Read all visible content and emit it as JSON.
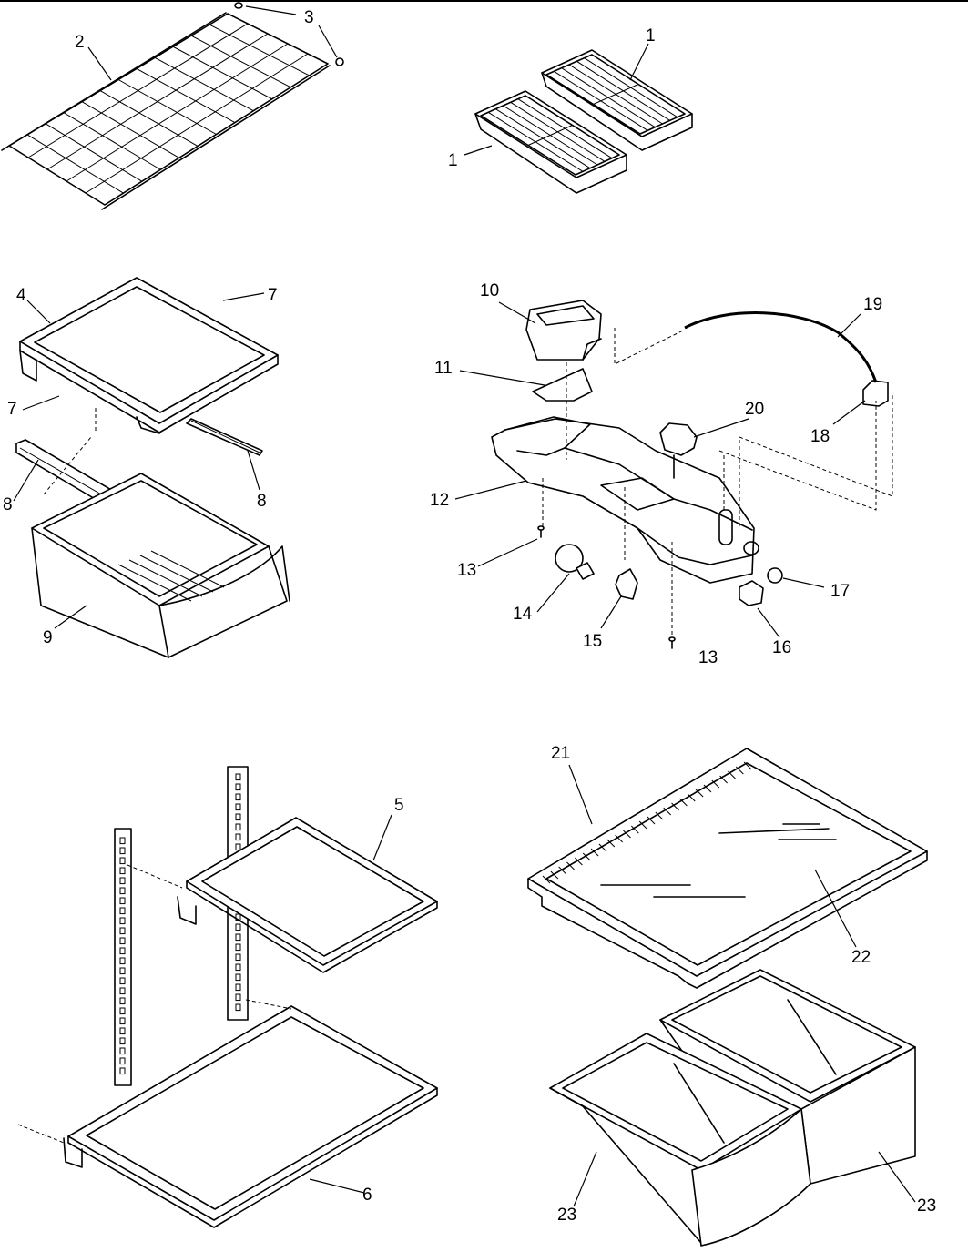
{
  "diagram": {
    "callouts": {
      "c1a": "1",
      "c1b": "1",
      "c2": "2",
      "c3": "3",
      "c4": "4",
      "c5": "5",
      "c6": "6",
      "c7a": "7",
      "c7b": "7",
      "c8a": "8",
      "c8b": "8",
      "c9": "9",
      "c10": "10",
      "c11": "11",
      "c12": "12",
      "c13a": "13",
      "c13b": "13",
      "c14": "14",
      "c15": "15",
      "c16": "16",
      "c17": "17",
      "c18": "18",
      "c19": "19",
      "c20": "20",
      "c21": "21",
      "c22": "22",
      "c23a": "23",
      "c23b": "23"
    }
  }
}
